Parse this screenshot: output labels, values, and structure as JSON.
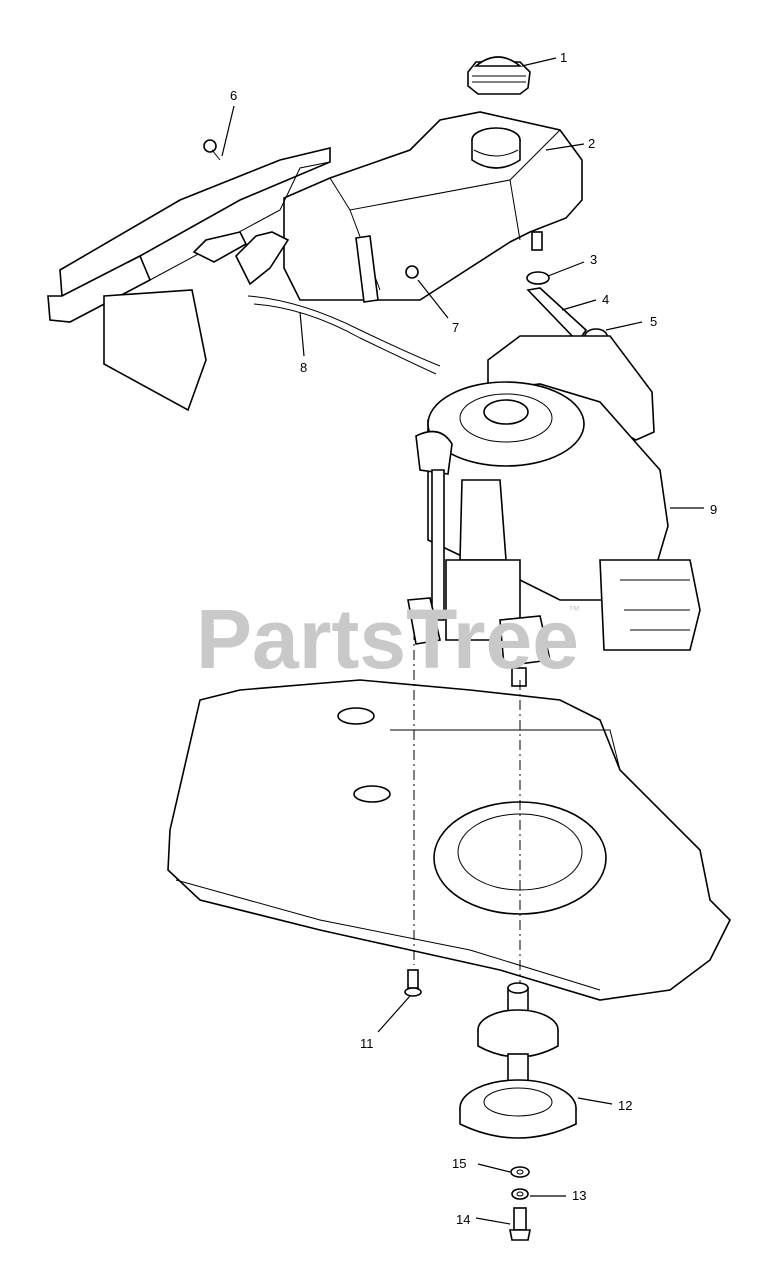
{
  "watermark": {
    "text": "PartsTree",
    "trademark": "™"
  },
  "callouts": [
    {
      "id": "1",
      "label": "1"
    },
    {
      "id": "2",
      "label": "2"
    },
    {
      "id": "3",
      "label": "3"
    },
    {
      "id": "4",
      "label": "4"
    },
    {
      "id": "5",
      "label": "5"
    },
    {
      "id": "6",
      "label": "6"
    },
    {
      "id": "7",
      "label": "7"
    },
    {
      "id": "8",
      "label": "8"
    },
    {
      "id": "9",
      "label": "9"
    },
    {
      "id": "11",
      "label": "11"
    },
    {
      "id": "12",
      "label": "12"
    },
    {
      "id": "13",
      "label": "13"
    },
    {
      "id": "14",
      "label": "14"
    },
    {
      "id": "15",
      "label": "15"
    }
  ]
}
